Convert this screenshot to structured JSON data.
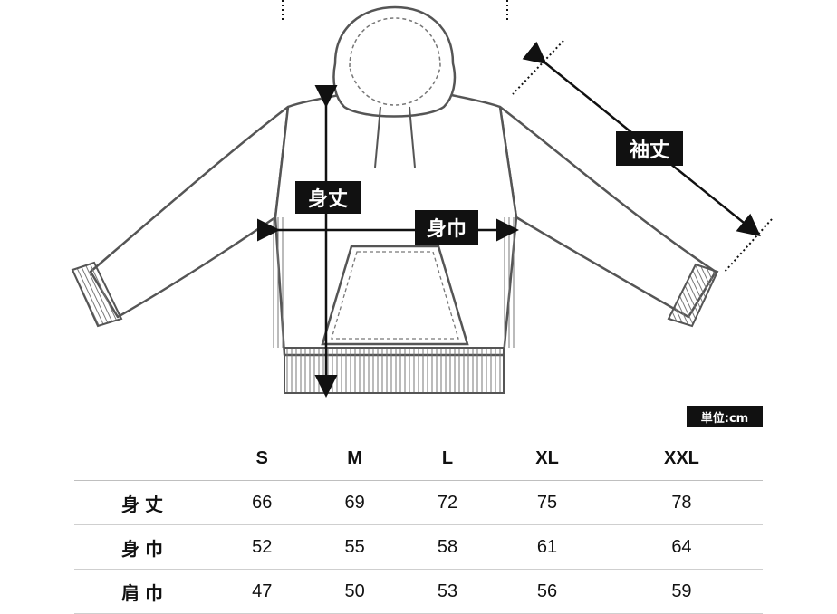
{
  "diagram": {
    "labels": {
      "body_length": "身丈",
      "body_width": "身巾",
      "sleeve_length": "袖丈"
    }
  },
  "unit_label": "単位:cm",
  "table": {
    "sizes": [
      "S",
      "M",
      "L",
      "XL",
      "XXL"
    ],
    "rows": [
      {
        "label": "身丈",
        "values": [
          "66",
          "69",
          "72",
          "75",
          "78"
        ]
      },
      {
        "label": "身巾",
        "values": [
          "52",
          "55",
          "58",
          "61",
          "64"
        ]
      },
      {
        "label": "肩巾",
        "values": [
          "47",
          "50",
          "53",
          "56",
          "59"
        ]
      }
    ]
  }
}
